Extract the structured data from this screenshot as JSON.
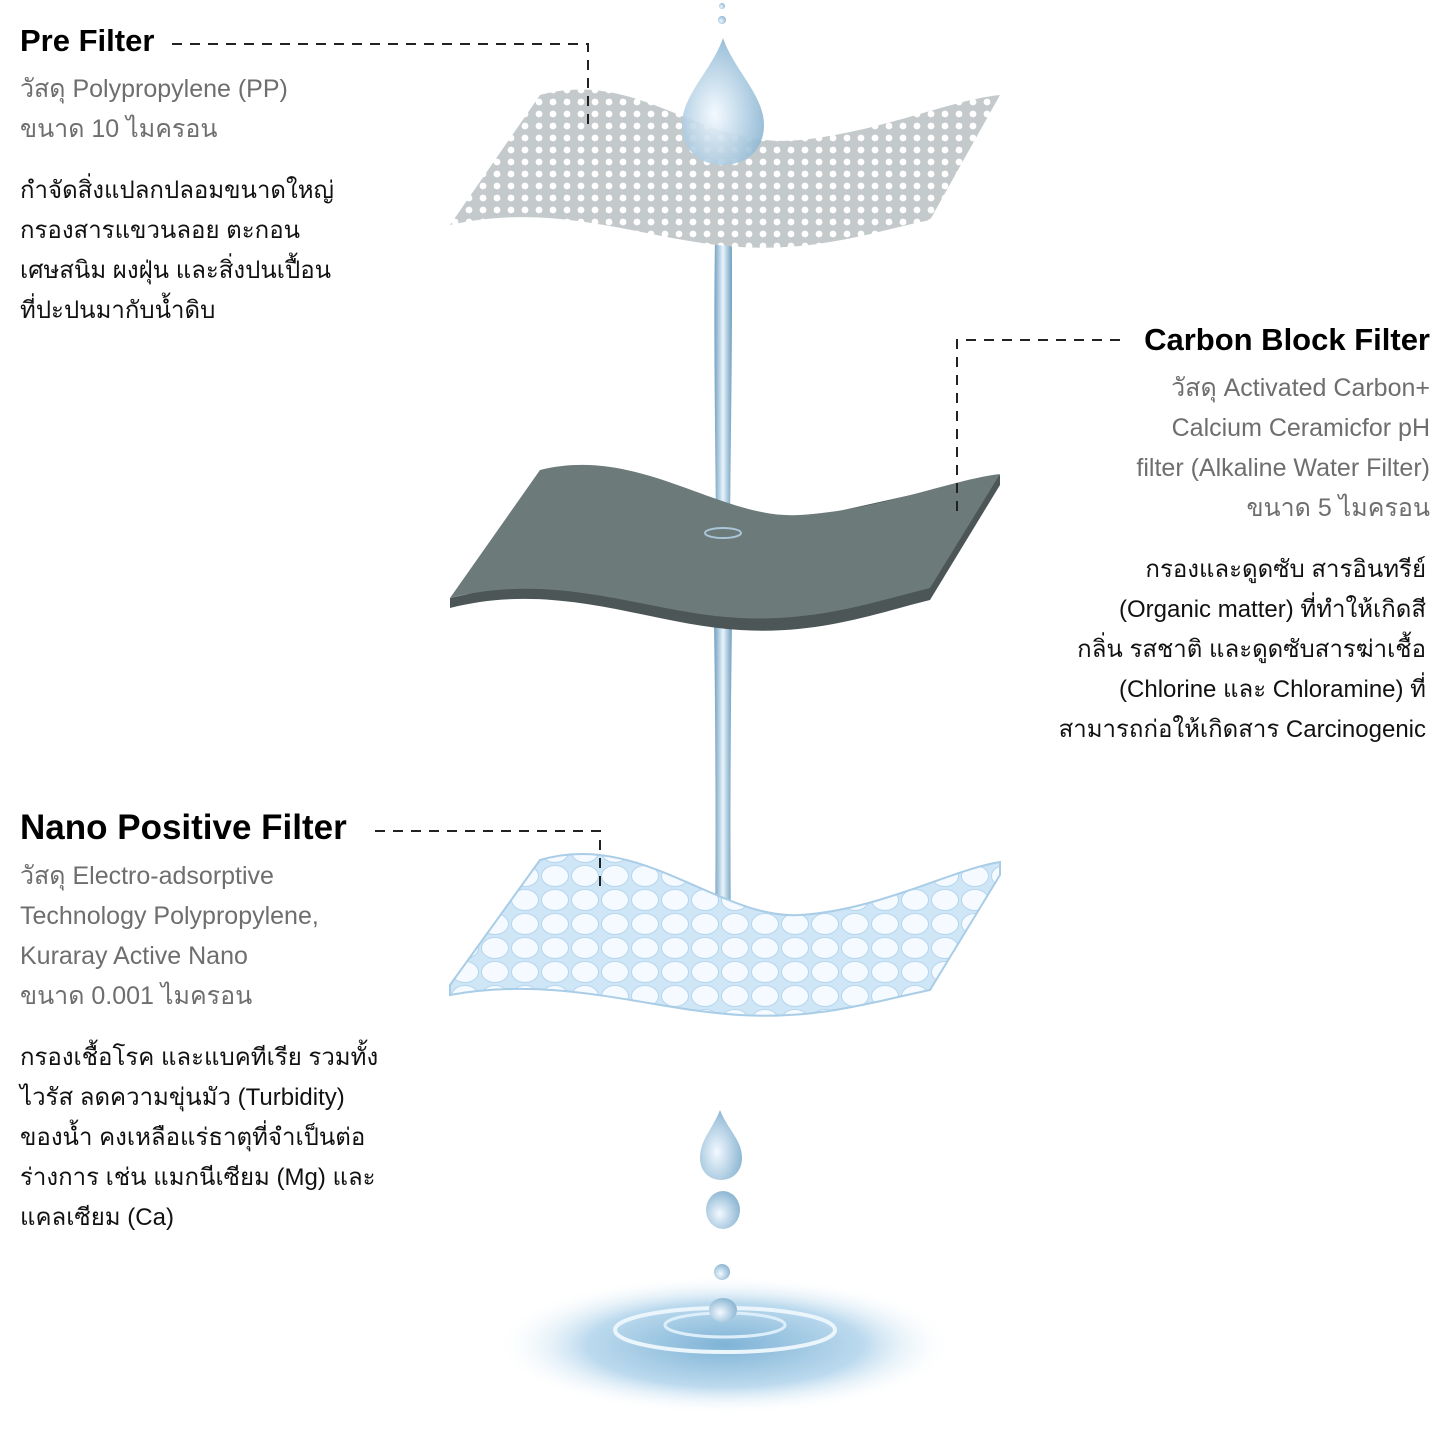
{
  "filters": [
    {
      "title": "Pre Filter",
      "spec": [
        "วัสดุ Polypropylene (PP)",
        "ขนาด 10 ไมครอน"
      ],
      "desc": [
        "กำจัดสิ่งแปลกปลอมขนาดใหญ่",
        "กรองสารแขวนลอย ตะกอน",
        "เศษสนิม ผงฝุ่น และสิ่งปนเปื้อน",
        "ที่ปะปนมากับน้ำดิบ"
      ]
    },
    {
      "title": "Carbon Block Filter",
      "spec": [
        "วัสดุ Activated Carbon+",
        "Calcium Ceramicfor pH",
        "filter (Alkaline Water Filter)",
        "ขนาด 5 ไมครอน"
      ],
      "desc": [
        "กรองและดูดซับ สารอินทรีย์",
        "(Organic matter) ที่ทำให้เกิดสี",
        "กลิ่น รสชาติ และดูดซับสารฆ่าเชื้อ",
        "(Chlorine และ Chloramine) ที่",
        "สามารถก่อให้เกิดสาร Carcinogenic"
      ]
    },
    {
      "title": "Nano Positive Filter",
      "spec": [
        "วัสดุ Electro-adsorptive",
        "Technology Polypropylene,",
        "Kuraray Active Nano",
        "ขนาด 0.001 ไมครอน"
      ],
      "desc": [
        "กรองเชื้อโรค และแบคทีเรีย รวมทั้ง",
        "ไวรัส ลดความขุ่นมัว (Turbidity)",
        "ของน้ำ คงเหลือแร่ธาตุที่จำเป็นต่อ",
        "ร่างการ เช่น แมกนีเซียม (Mg) และ",
        "แคลเซียม (Ca)"
      ]
    }
  ],
  "colors": {
    "spec_text": "#6e6e6e",
    "pre_sheet": "#c4cacb",
    "carbon_sheet": "#6d7a7a",
    "nano_sheet": "#d6ecfb",
    "water": "#9ec4dc"
  }
}
